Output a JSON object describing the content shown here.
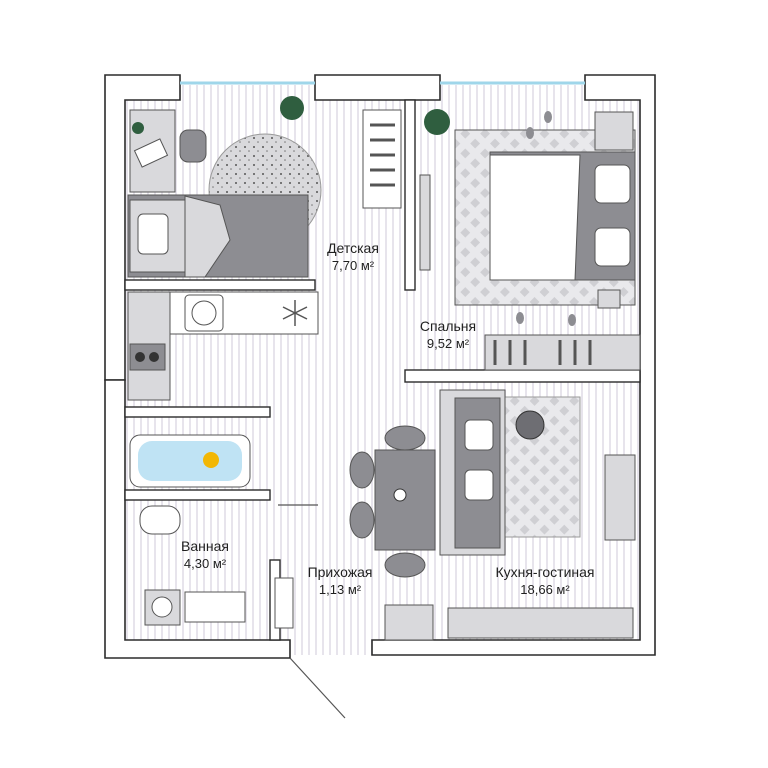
{
  "rooms": {
    "kids": {
      "name": "Детская",
      "area": "7,70 м²"
    },
    "bedroom": {
      "name": "Спальня",
      "area": "9,52 м²"
    },
    "bathroom": {
      "name": "Ванная",
      "area": "4,30 м²"
    },
    "hallway": {
      "name": "Прихожая",
      "area": "1,13 м²"
    },
    "kitchen_living": {
      "name": "Кухня-гостиная",
      "area": "18,66 м²"
    }
  },
  "watermark": "",
  "colors": {
    "wall": "#ffffff",
    "wall_stroke": "#2b2b2b",
    "floor_stripe": "#e6e3ea",
    "window": "#9fd6ea",
    "furniture_gray": "#8d8d92",
    "furniture_light": "#d9d9dc",
    "furniture_dark": "#6e6e73",
    "plant": "#2f5e3f",
    "bath_water": "#bfe3f4",
    "accent": "#f2b705"
  }
}
